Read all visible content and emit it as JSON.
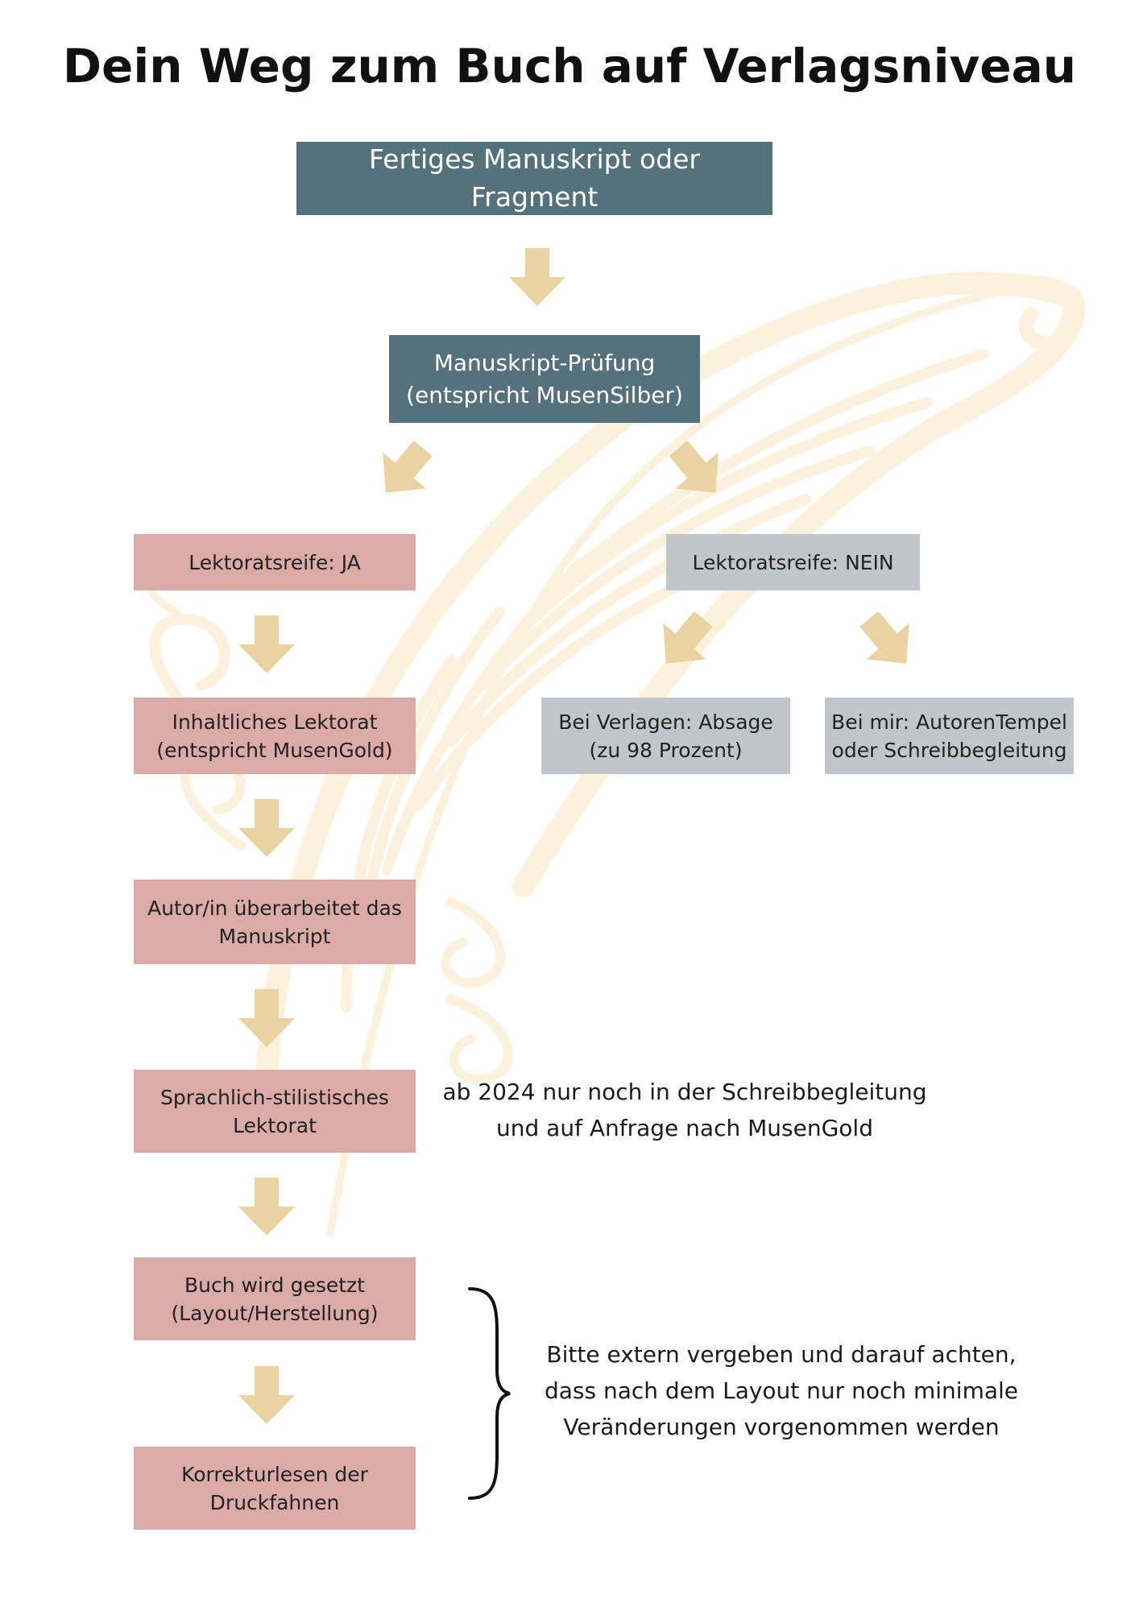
{
  "title": "Dein Weg zum Buch auf Verlagsniveau",
  "colors": {
    "dark_box": "#55717c",
    "pink_box": "#dbaca7",
    "grey_box": "#bfc7ca",
    "arrow": "#ead3a2",
    "feather": "#fbf1dd"
  },
  "nodes": {
    "start": {
      "lines": [
        "Fertiges Manuskript oder Fragment"
      ]
    },
    "check": {
      "lines": [
        "Manuskript-Prüfung",
        "(entspricht MusenSilber)"
      ]
    },
    "ready_yes": {
      "lines": [
        "Lektoratsreife: JA"
      ]
    },
    "ready_no": {
      "lines": [
        "Lektoratsreife: NEIN"
      ]
    },
    "publisher_reject": {
      "lines": [
        "Bei Verlagen: Absage",
        "(zu 98 Prozent)"
      ]
    },
    "my_offer": {
      "lines": [
        "Bei mir: AutorenTempel",
        "oder Schreibbegleitung"
      ]
    },
    "content_edit": {
      "lines": [
        "Inhaltliches Lektorat",
        "(entspricht MusenGold)"
      ]
    },
    "author_revise": {
      "lines": [
        "Autor/in überarbeitet das",
        "Manuskript"
      ]
    },
    "style_edit": {
      "lines": [
        "Sprachlich-stilistisches",
        "Lektorat"
      ]
    },
    "typeset": {
      "lines": [
        "Buch wird gesetzt",
        "(Layout/Herstellung)"
      ]
    },
    "proofread": {
      "lines": [
        "Korrekturlesen der",
        "Druckfahnen"
      ]
    }
  },
  "notes": {
    "style_note": {
      "lines": [
        "ab 2024 nur noch in der Schreibbegleitung",
        "und auf Anfrage nach MusenGold"
      ]
    },
    "extern_note": {
      "lines": [
        "Bitte extern vergeben und darauf achten,",
        "dass nach dem Layout nur noch minimale",
        "Veränderungen vorgenommen werden"
      ]
    }
  },
  "edges": [
    {
      "from": "start",
      "to": "check"
    },
    {
      "from": "check",
      "to": "ready_yes"
    },
    {
      "from": "check",
      "to": "ready_no"
    },
    {
      "from": "ready_no",
      "to": "publisher_reject"
    },
    {
      "from": "ready_no",
      "to": "my_offer"
    },
    {
      "from": "ready_yes",
      "to": "content_edit"
    },
    {
      "from": "content_edit",
      "to": "author_revise"
    },
    {
      "from": "author_revise",
      "to": "style_edit"
    },
    {
      "from": "style_edit",
      "to": "typeset"
    },
    {
      "from": "typeset",
      "to": "proofread"
    }
  ],
  "brace_icon": "curly-brace-icon"
}
